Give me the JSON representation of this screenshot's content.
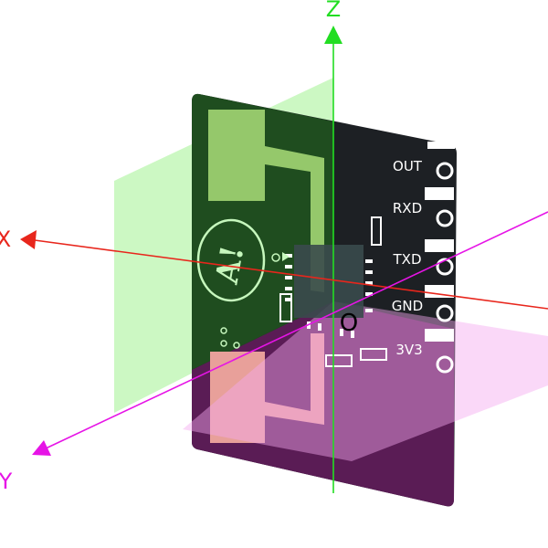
{
  "axes": {
    "x": {
      "label": "X",
      "color": "#e8261c"
    },
    "y": {
      "label": "Y",
      "color": "#e614e6"
    },
    "z": {
      "label": "Z",
      "color": "#22dd22"
    },
    "origin_label": "O"
  },
  "board": {
    "pins": [
      "OUT",
      "RXD",
      "TXD",
      "GND",
      "3V3"
    ],
    "logo_text": "A!",
    "colors": {
      "board": "#1d2024",
      "solder_mask": "#1f4d1f",
      "antenna": "#9ccf70"
    }
  },
  "planes": {
    "xz_color": "#b8f5b0",
    "xy_color": "#f5a8f0"
  }
}
